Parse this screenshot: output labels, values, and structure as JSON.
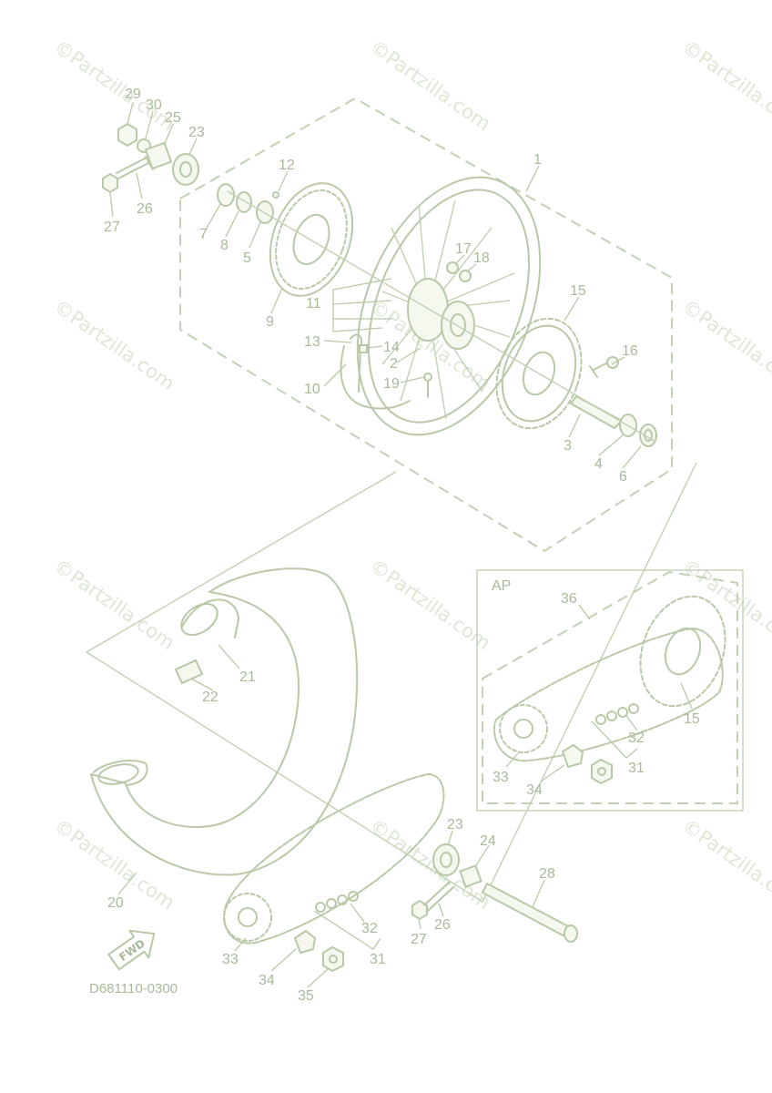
{
  "drawing_code": "D681110-0300",
  "inset_label": "AP",
  "fwd_label": "FWD",
  "watermark": "©Partzilla.com",
  "callouts": {
    "n1": "1",
    "n2": "2",
    "n3": "3",
    "n4": "4",
    "n5": "5",
    "n6": "6",
    "n7": "7",
    "n8": "8",
    "n9": "9",
    "n10": "10",
    "n11": "11",
    "n12": "12",
    "n13": "13",
    "n14": "14",
    "n15": "15",
    "n16": "16",
    "n17": "17",
    "n18": "18",
    "n19": "19",
    "n20": "20",
    "n21": "21",
    "n22": "22",
    "n23": "23",
    "n24": "24",
    "n25": "25",
    "n26": "26",
    "n27": "27",
    "n28": "28",
    "n29": "29",
    "n30": "30",
    "n31": "31",
    "n32": "32",
    "n33": "33",
    "n34": "34",
    "n35": "35",
    "n36": "36"
  }
}
